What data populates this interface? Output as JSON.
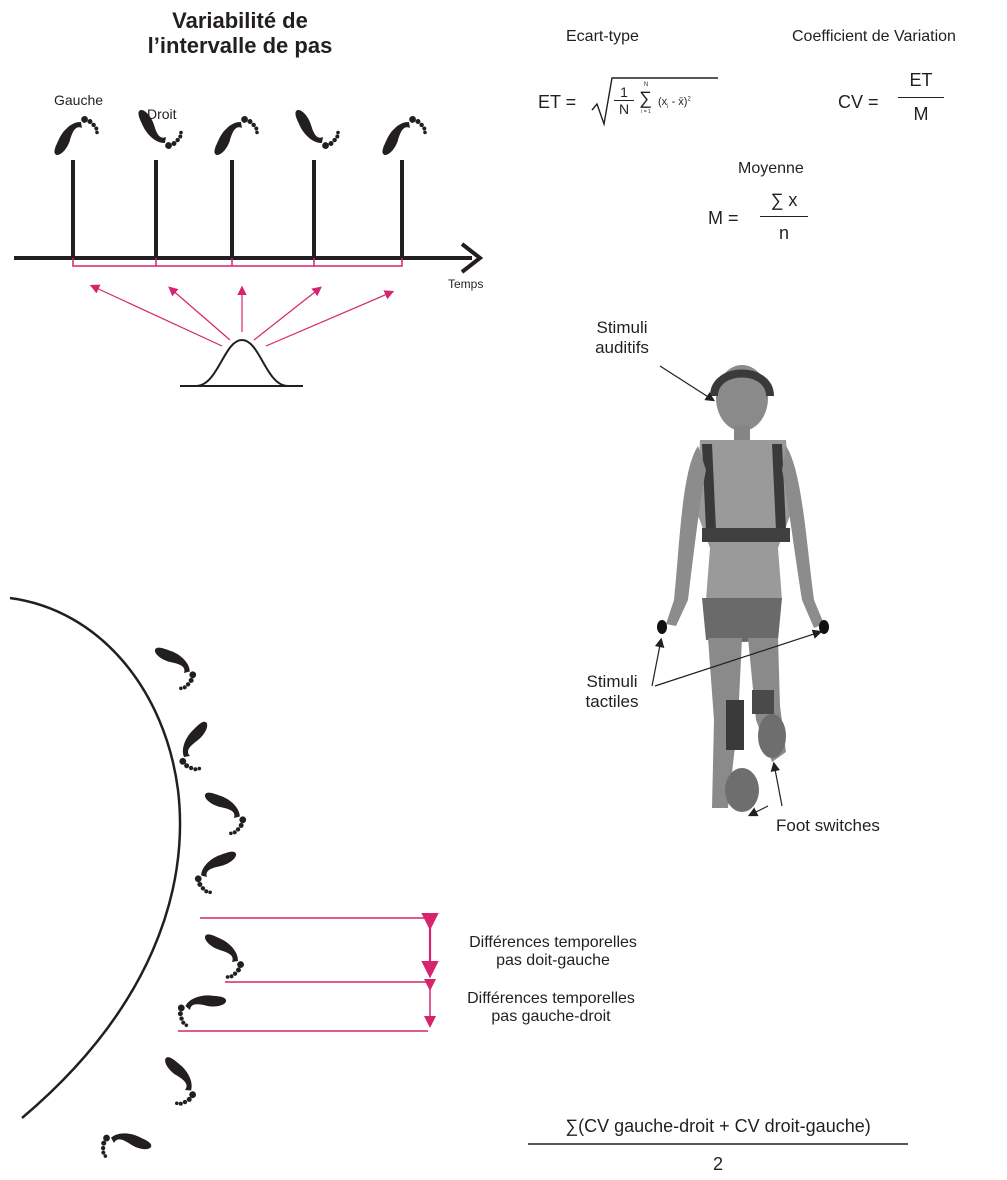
{
  "title": {
    "line1": "Variabilité de",
    "line2": "l’intervalle de pas"
  },
  "timeline": {
    "left_label": "Gauche",
    "right_label": "Droit",
    "axis_label": "Temps"
  },
  "formulas": {
    "sd": {
      "heading": "Ecart-type",
      "lhs": "ET =",
      "one": "1",
      "n": "N",
      "sigma": "∑",
      "upper": "N",
      "lower": "i = 1",
      "term": "(x",
      "sub": "i",
      "minus": " - x̄)",
      "sq": "2"
    },
    "cv": {
      "heading": "Coefficient de Variation",
      "lhs": "CV =",
      "num": "ET",
      "den": "M"
    },
    "mean": {
      "heading": "Moyenne",
      "lhs": "M =",
      "num": "∑ x",
      "den": "n"
    },
    "bottom": {
      "num": "∑(CV gauche-droit + CV droit-gauche)",
      "den": "2"
    }
  },
  "labels": {
    "auditory": [
      "Stimuli",
      "auditifs"
    ],
    "tactile": [
      "Stimuli",
      "tactiles"
    ],
    "foot_switches": "Foot switches",
    "diff1": [
      "Différences temporelles",
      "pas doit-gauche"
    ],
    "diff2": [
      "Différences temporelles",
      "pas gauche-droit"
    ]
  },
  "colors": {
    "ink": "#231f20",
    "accent": "#d6246e",
    "skin": "#7a7a7a"
  },
  "icons": [
    "footprint-icon",
    "person-figure",
    "gaussian-curve"
  ]
}
